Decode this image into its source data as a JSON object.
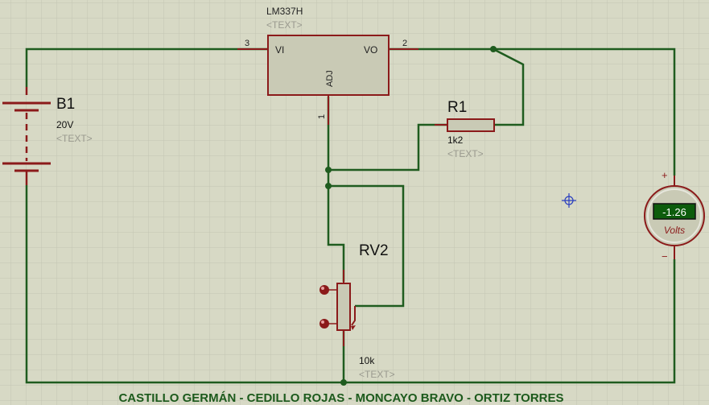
{
  "regulator": {
    "name": "LM337H",
    "text": "<TEXT>",
    "pin_vi": "VI",
    "pin_vo": "VO",
    "pin_adj": "ADJ",
    "pin3": "3",
    "pin2": "2",
    "pin1": "1"
  },
  "battery": {
    "name": "B1",
    "value": "20V",
    "text": "<TEXT>"
  },
  "resistor": {
    "name": "R1",
    "value": "1k2",
    "text": "<TEXT>"
  },
  "potentiometer": {
    "name": "RV2",
    "value": "10k",
    "text": "<TEXT>"
  },
  "voltmeter": {
    "reading": "-1.26",
    "unit": "Volts",
    "plus": "+",
    "minus": "−"
  },
  "footer": {
    "authors": "CASTILLO GERMÁN - CEDILLO ROJAS - MONCAYO BRAVO - ORTIZ TORRES"
  },
  "colors": {
    "background": "#d7d9c5",
    "grid": "#c3c5b2",
    "wire": "#1f5c1f",
    "component": "#8b1a1a",
    "body_fill": "#c9cab5",
    "meter_display": "#0c5c0c",
    "text_gray": "#9a9a8f",
    "footer_text": "#1c5a1c",
    "cursor": "#2a3fbf"
  }
}
